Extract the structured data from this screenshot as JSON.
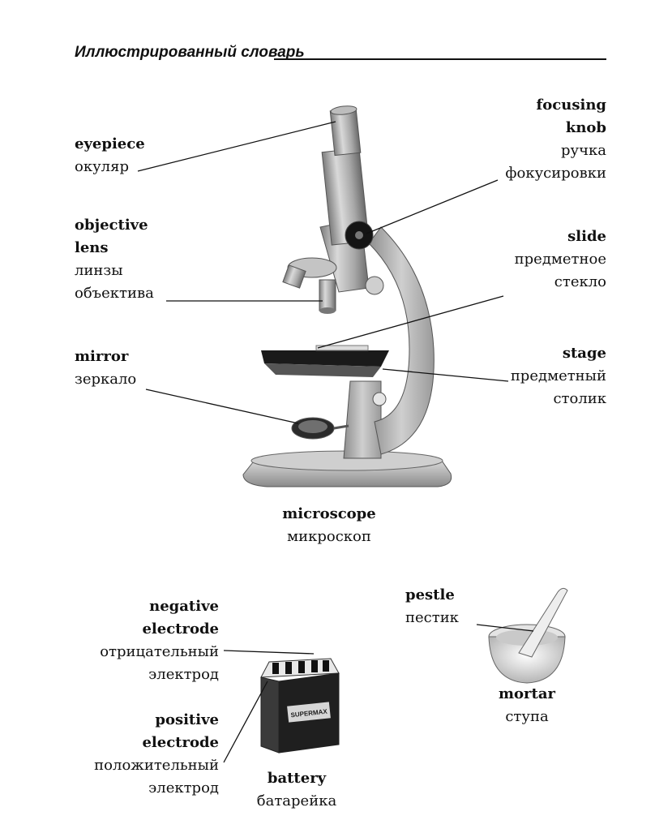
{
  "header": {
    "title": "Иллюстрированный словарь"
  },
  "microscope": {
    "eyepiece": {
      "en": "eyepiece",
      "ru": "окуляр"
    },
    "objective_lens": {
      "en_line1": "objective",
      "en_line2": "lens",
      "ru_line1": "линзы",
      "ru_line2": "объектива"
    },
    "mirror": {
      "en": "mirror",
      "ru": "зеркало"
    },
    "focusing_knob": {
      "en_line1": "focusing",
      "en_line2": "knob",
      "ru_line1": "ручка",
      "ru_line2": "фокусировки"
    },
    "slide": {
      "en": "slide",
      "ru_line1": "предметное",
      "ru_line2": "стекло"
    },
    "stage": {
      "en": "stage",
      "ru_line1": "предметный",
      "ru_line2": "столик"
    },
    "title": {
      "en": "microscope",
      "ru": "микроскоп"
    }
  },
  "battery": {
    "negative_electrode": {
      "en_line1": "negative",
      "en_line2": "electrode",
      "ru_line1": "отрицательный",
      "ru_line2": "электрод"
    },
    "positive_electrode": {
      "en_line1": "positive",
      "en_line2": "electrode",
      "ru_line1": "положительный",
      "ru_line2": "электрод"
    },
    "title": {
      "en": "battery",
      "ru": "батарейка"
    },
    "brand_text": "SUPERMAX"
  },
  "mortar_set": {
    "pestle": {
      "en": "pestle",
      "ru": "пестик"
    },
    "mortar": {
      "en": "mortar",
      "ru": "ступа"
    }
  }
}
